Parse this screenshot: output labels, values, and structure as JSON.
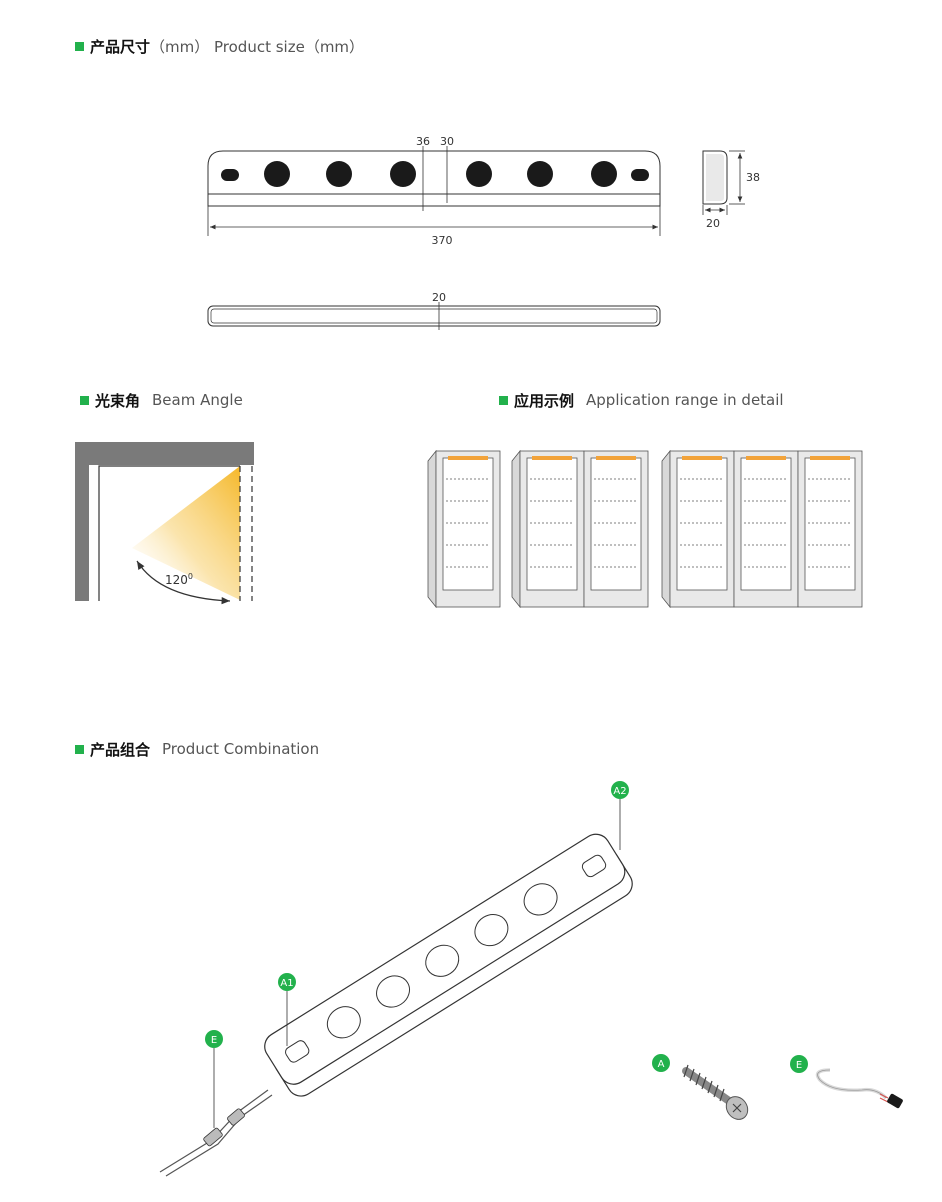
{
  "colors": {
    "accent_green": "#22B14C",
    "led_amber": "#F2A33A",
    "wall_gray": "#7A7A7A"
  },
  "sections": {
    "size": {
      "cn": "产品尺寸",
      "en_suffix": "（mm）  Product size（mm）"
    },
    "beam": {
      "cn": "光束角",
      "en": "Beam Angle"
    },
    "application": {
      "cn": "应用示例",
      "en": "Application range in detail"
    },
    "combination": {
      "cn": "产品组合",
      "en": "Product Combination"
    }
  },
  "dimensions": {
    "front_top_a": "36",
    "front_top_b": "30",
    "length": "370",
    "side_height": "38",
    "side_depth": "20",
    "bottom_depth": "20"
  },
  "beam_angle": {
    "value": "120",
    "superscript": "0"
  },
  "combination_badges": {
    "a1": "A1",
    "a2": "A2",
    "e_cable": "E",
    "a_screw": "A",
    "e_part": "E"
  }
}
